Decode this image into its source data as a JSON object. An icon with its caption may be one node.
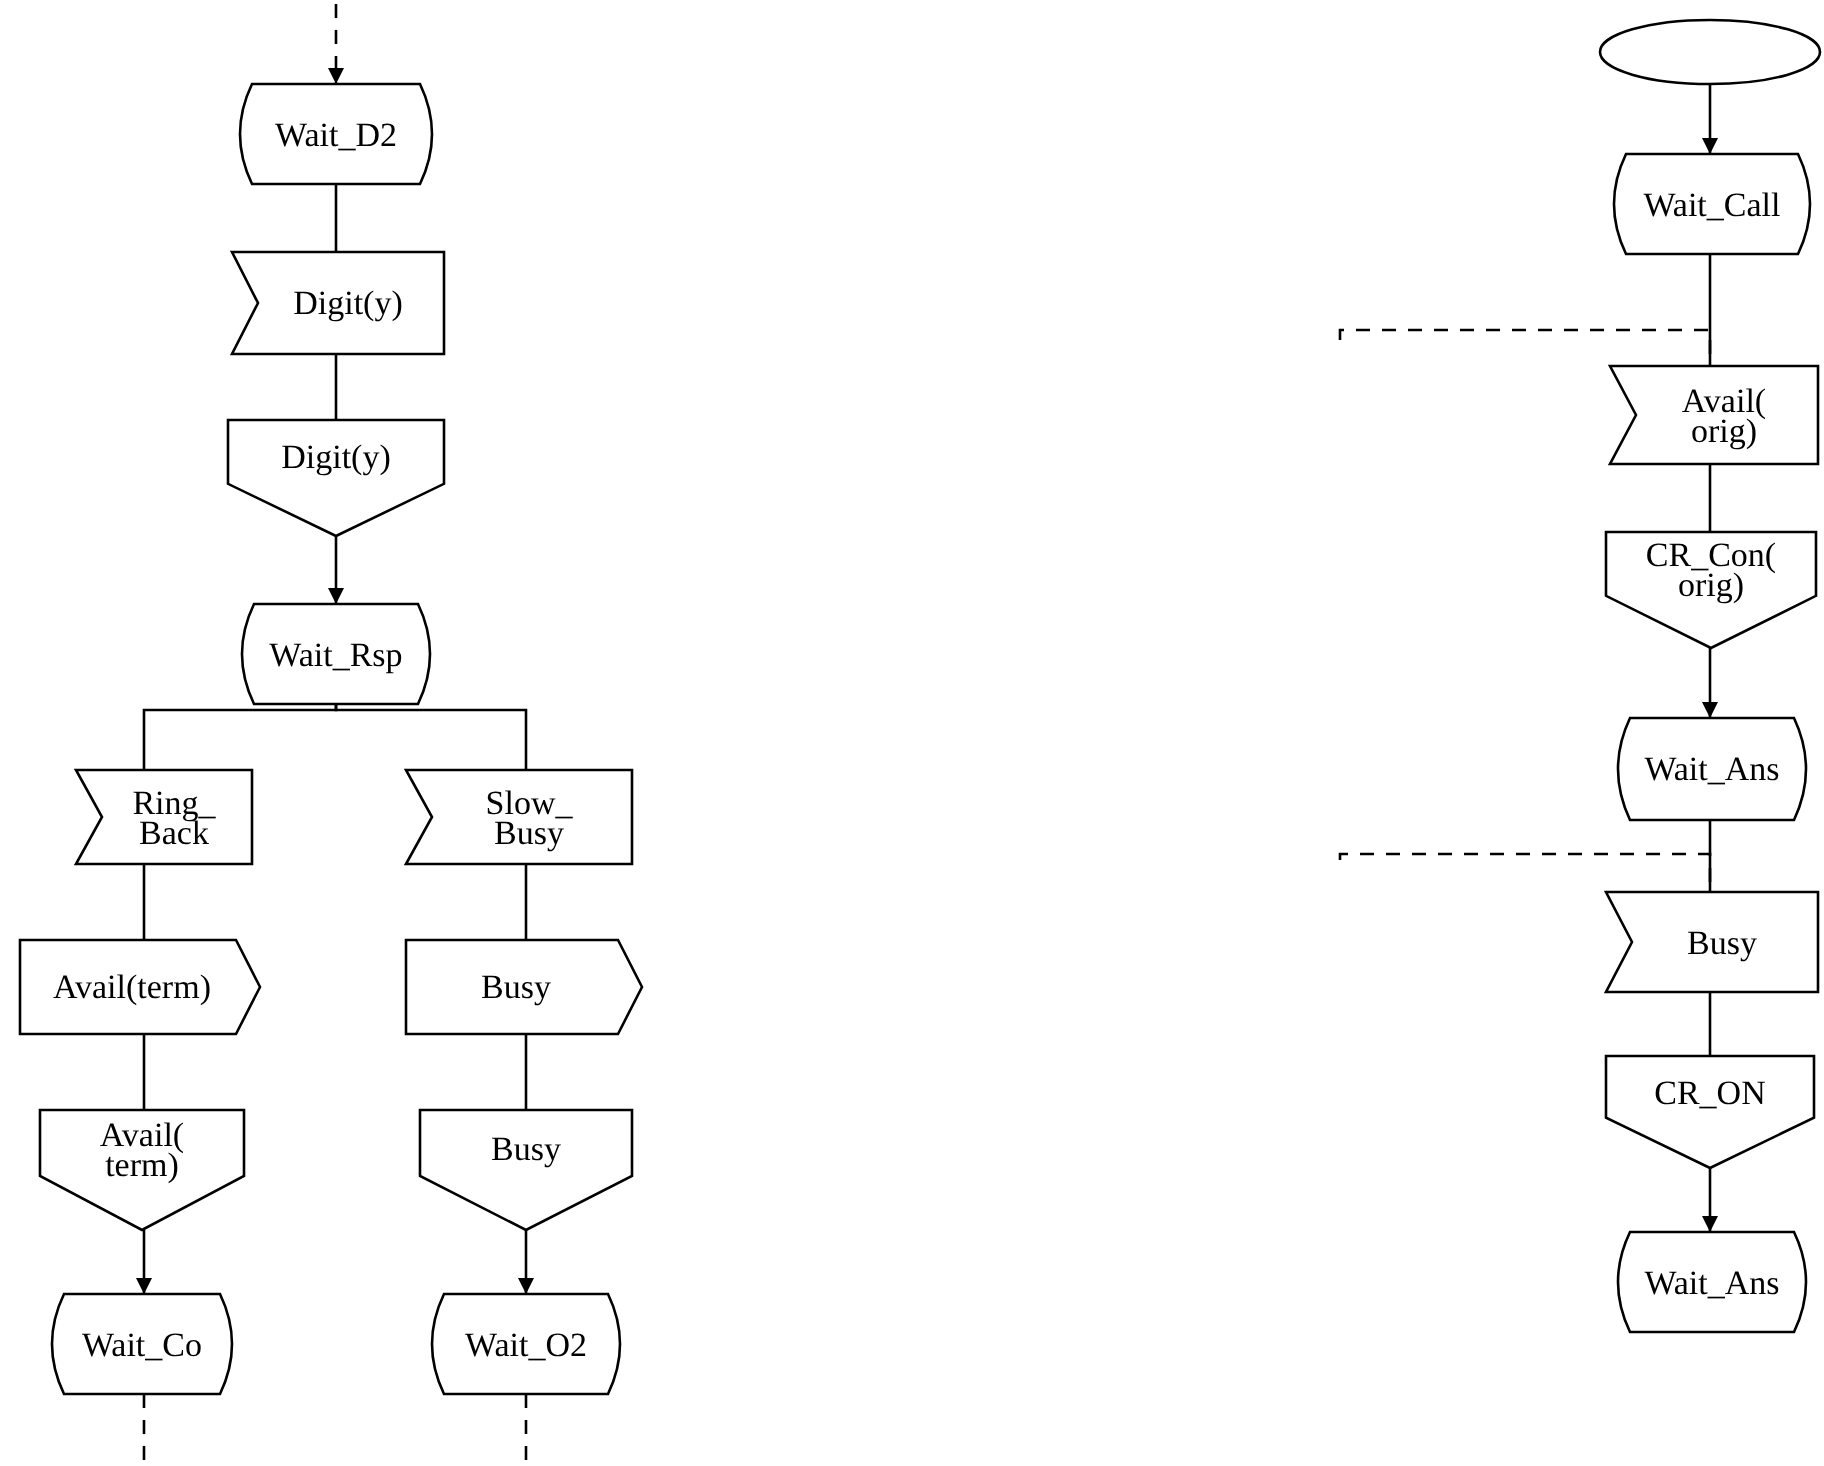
{
  "diagram": {
    "nodes": [
      {
        "text": [
          "Wait_D2"
        ]
      },
      {
        "text": [
          "Digit(y)"
        ]
      },
      {
        "text": [
          "Digit(y)"
        ]
      },
      {
        "text": [
          "Wait_Rsp"
        ]
      },
      {
        "text": [
          "Ring_ Back"
        ]
      },
      {
        "text": [
          "Avail(term)"
        ]
      },
      {
        "text": [
          "Avail( term)"
        ]
      },
      {
        "text": [
          "Wait_Co"
        ]
      },
      {
        "text": [
          "Slow_ Busy"
        ]
      },
      {
        "text": [
          "Busy"
        ]
      },
      {
        "text": [
          "Busy"
        ]
      },
      {
        "text": [
          "Wait_O2"
        ]
      },
      {
        "text": [],
        "shape": "ellipse"
      },
      {
        "text": [
          "Wait_Call"
        ]
      },
      {
        "text": [
          "Avail( orig)"
        ]
      },
      {
        "text": [
          "CR_Con( orig)"
        ]
      },
      {
        "text": [
          "Wait_Ans"
        ]
      },
      {
        "text": [
          "Busy"
        ]
      },
      {
        "text": [
          "CR_ON"
        ]
      },
      {
        "text": [
          "Wait_Ans"
        ]
      }
    ],
    "edges": [
      {
        "from": null,
        "to": 0,
        "arrow": "to",
        "style": "dashed"
      },
      {
        "from": 0,
        "to": 1,
        "arrow": "none"
      },
      {
        "from": 1,
        "to": 2,
        "arrow": "none"
      },
      {
        "from": 2,
        "to": 3,
        "arrow": "to"
      },
      {
        "from": 3,
        "to": 4,
        "arrow": "none"
      },
      {
        "from": 3,
        "to": 8,
        "arrow": "none"
      },
      {
        "from": 4,
        "to": 5,
        "arrow": "none"
      },
      {
        "from": 5,
        "to": 6,
        "arrow": "none"
      },
      {
        "from": 6,
        "to": 7,
        "arrow": "to"
      },
      {
        "from": 7,
        "to": null,
        "arrow": "none",
        "style": "dashed"
      },
      {
        "from": 8,
        "to": 9,
        "arrow": "none"
      },
      {
        "from": 9,
        "to": 10,
        "arrow": "none"
      },
      {
        "from": 10,
        "to": 11,
        "arrow": "to"
      },
      {
        "from": 11,
        "to": null,
        "arrow": "none",
        "style": "dashed"
      },
      {
        "from": 12,
        "to": 13,
        "arrow": "to"
      },
      {
        "from": 13,
        "to": 14,
        "arrow": "none"
      },
      {
        "from": null,
        "to": 14,
        "arrow": "none",
        "style": "dashed"
      },
      {
        "from": 14,
        "to": 15,
        "arrow": "none"
      },
      {
        "from": 15,
        "to": 16,
        "arrow": "to"
      },
      {
        "from": 16,
        "to": 17,
        "arrow": "none"
      },
      {
        "from": null,
        "to": 17,
        "arrow": "none",
        "style": "dashed"
      },
      {
        "from": 17,
        "to": 18,
        "arrow": "none"
      },
      {
        "from": 18,
        "to": 19,
        "arrow": "to"
      }
    ]
  }
}
